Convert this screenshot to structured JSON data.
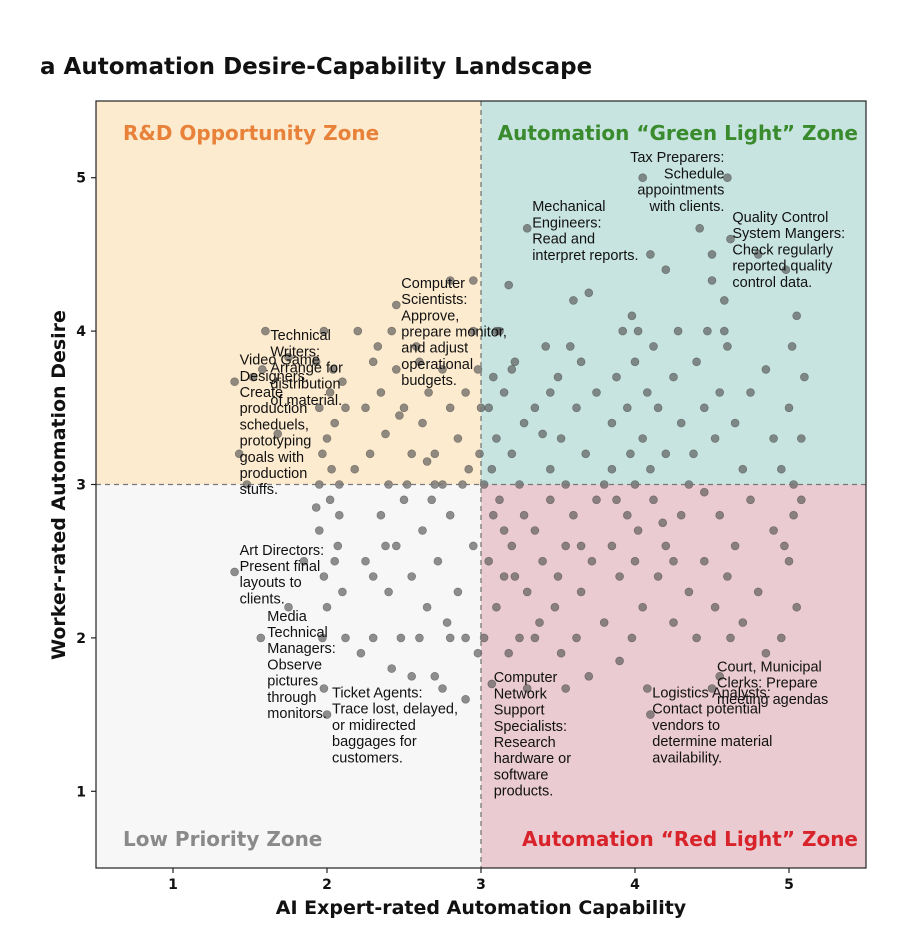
{
  "panel_label": "a",
  "chart_data": {
    "type": "scatter",
    "title": "Automation Desire-Capability Landscape",
    "xlabel": "AI Expert-rated Automation Capability",
    "ylabel": "Worker-rated Automation Desire",
    "xlim": [
      0.5,
      5.5
    ],
    "ylim": [
      0.5,
      5.5
    ],
    "xticks": [
      1,
      2,
      3,
      4,
      5
    ],
    "yticks": [
      1,
      2,
      3,
      4,
      5
    ],
    "threshold_x": 3,
    "threshold_y": 3,
    "grid": false,
    "point_color": "#555555",
    "zones": [
      {
        "name": "R&D Opportunity Zone",
        "fill": "#fdebcf",
        "label_color": "#e8823a",
        "quadrant": "top-left"
      },
      {
        "name": "Automation “Green Light” Zone",
        "fill": "#c8e4e0",
        "label_color": "#3a8a2e",
        "quadrant": "top-right"
      },
      {
        "name": "Low Priority Zone",
        "fill": "#f7f7f7",
        "label_color": "#8a8a8a",
        "quadrant": "bottom-left"
      },
      {
        "name": "Automation “Red Light” Zone",
        "fill": "#eacbd1",
        "label_color": "#d8232a",
        "quadrant": "bottom-right"
      }
    ],
    "annotations": [
      {
        "text": [
          "Video Game",
          "Designers:",
          "Create",
          "production",
          "scheduels,",
          "prototyping",
          "goals with",
          "production",
          "stuffs."
        ],
        "x": 1.4,
        "y": 3.67,
        "align": "left"
      },
      {
        "text": [
          "Technical",
          "Writers:",
          "Arrange for",
          "distribution",
          "of material."
        ],
        "x": 1.6,
        "y": 3.83,
        "align": "left"
      },
      {
        "text": [
          "Computer",
          "Scientists:",
          "Approve,",
          "prepare monitor,",
          "and adjust",
          "operational",
          "budgets."
        ],
        "x": 2.45,
        "y": 4.17,
        "align": "left"
      },
      {
        "text": [
          "Mechanical",
          "Engineers:",
          "Read and",
          "interpret reports."
        ],
        "x": 3.3,
        "y": 4.67,
        "align": "left"
      },
      {
        "text": [
          "Tax Preparers:",
          "Schedule",
          "appointments",
          "with clients."
        ],
        "x": 4.6,
        "y": 5.0,
        "align": "right"
      },
      {
        "text": [
          "Quality Control",
          "System Mangers:",
          "Check regularly",
          "reported quality",
          "control data."
        ],
        "x": 4.6,
        "y": 4.6,
        "align": "left"
      },
      {
        "text": [
          "Art Directors:",
          "Present final",
          "layouts to",
          "clients."
        ],
        "x": 1.4,
        "y": 2.43,
        "align": "left"
      },
      {
        "text": [
          "Media",
          "Technical",
          "Managers:",
          "Observe",
          "pictures",
          "through",
          "monitors."
        ],
        "x": 1.58,
        "y": 2.0,
        "align": "left"
      },
      {
        "text": [
          "Ticket Agents:",
          "Trace lost, delayed,",
          "or midirected",
          "baggages for",
          "customers."
        ],
        "x": 2.0,
        "y": 1.5,
        "align": "left"
      },
      {
        "text": [
          "Computer",
          "Network",
          "Support",
          "Specialists:",
          "Research",
          "hardware or",
          "software",
          "products."
        ],
        "x": 3.05,
        "y": 1.6,
        "align": "left"
      },
      {
        "text": [
          "Logistics Analysts:",
          "Contact potential",
          "vendors to",
          "determine material",
          "availability."
        ],
        "x": 4.08,
        "y": 1.5,
        "align": "left"
      },
      {
        "text": [
          "Court, Municipal",
          "Clerks: Prepare",
          "meeting agendas"
        ],
        "x": 4.5,
        "y": 1.67,
        "align": "left"
      }
    ],
    "points": [
      [
        1.4,
        3.67
      ],
      [
        1.48,
        3.0
      ],
      [
        1.43,
        3.2
      ],
      [
        1.52,
        3.7
      ],
      [
        1.58,
        3.75
      ],
      [
        1.75,
        3.83
      ],
      [
        1.68,
        3.33
      ],
      [
        1.6,
        4.0
      ],
      [
        1.98,
        4.0
      ],
      [
        1.93,
        3.8
      ],
      [
        2.02,
        3.6
      ],
      [
        2.05,
        3.4
      ],
      [
        1.97,
        3.2
      ],
      [
        2.08,
        3.0
      ],
      [
        1.95,
        3.0
      ],
      [
        2.1,
        3.67
      ],
      [
        2.04,
        3.75
      ],
      [
        2.0,
        3.3
      ],
      [
        2.12,
        3.5
      ],
      [
        1.95,
        3.5
      ],
      [
        2.03,
        3.1
      ],
      [
        2.25,
        3.5
      ],
      [
        2.3,
        3.8
      ],
      [
        2.28,
        3.2
      ],
      [
        2.35,
        3.6
      ],
      [
        2.4,
        3.0
      ],
      [
        2.38,
        3.33
      ],
      [
        2.45,
        3.75
      ],
      [
        2.45,
        4.17
      ],
      [
        2.5,
        3.5
      ],
      [
        2.55,
        3.2
      ],
      [
        2.52,
        3.0
      ],
      [
        2.6,
        3.8
      ],
      [
        2.62,
        3.4
      ],
      [
        2.66,
        3.6
      ],
      [
        2.7,
        3.0
      ],
      [
        2.7,
        3.2
      ],
      [
        2.75,
        3.75
      ],
      [
        2.8,
        3.5
      ],
      [
        2.85,
        3.3
      ],
      [
        2.9,
        3.6
      ],
      [
        2.95,
        4.0
      ],
      [
        2.92,
        3.1
      ],
      [
        2.88,
        3.0
      ],
      [
        2.75,
        3.0
      ],
      [
        2.65,
        3.15
      ],
      [
        2.58,
        3.9
      ],
      [
        2.47,
        3.45
      ],
      [
        2.42,
        4.0
      ],
      [
        2.33,
        3.9
      ],
      [
        2.2,
        4.0
      ],
      [
        2.18,
        3.1
      ],
      [
        2.8,
        4.33
      ],
      [
        2.95,
        4.33
      ],
      [
        2.98,
        3.75
      ],
      [
        3.0,
        3.5
      ],
      [
        2.99,
        3.2
      ],
      [
        3.02,
        3.0
      ],
      [
        3.05,
        3.5
      ],
      [
        3.08,
        3.7
      ],
      [
        3.1,
        3.3
      ],
      [
        3.12,
        4.0
      ],
      [
        3.07,
        3.1
      ],
      [
        3.15,
        3.6
      ],
      [
        3.18,
        4.3
      ],
      [
        3.2,
        3.2
      ],
      [
        3.22,
        3.8
      ],
      [
        3.25,
        3.0
      ],
      [
        3.3,
        4.67
      ],
      [
        3.35,
        3.5
      ],
      [
        3.4,
        3.33
      ],
      [
        3.42,
        3.9
      ],
      [
        3.45,
        3.1
      ],
      [
        3.5,
        3.7
      ],
      [
        3.52,
        3.3
      ],
      [
        3.55,
        3.0
      ],
      [
        3.6,
        4.2
      ],
      [
        3.62,
        3.5
      ],
      [
        3.65,
        3.8
      ],
      [
        3.68,
        3.2
      ],
      [
        3.7,
        4.25
      ],
      [
        3.75,
        3.6
      ],
      [
        3.8,
        3.0
      ],
      [
        3.85,
        3.4
      ],
      [
        3.88,
        3.7
      ],
      [
        3.92,
        4.0
      ],
      [
        3.95,
        3.5
      ],
      [
        3.97,
        3.2
      ],
      [
        4.0,
        3.0
      ],
      [
        4.0,
        3.8
      ],
      [
        4.02,
        4.0
      ],
      [
        4.05,
        3.3
      ],
      [
        4.08,
        3.6
      ],
      [
        4.1,
        3.1
      ],
      [
        4.12,
        3.9
      ],
      [
        4.15,
        3.5
      ],
      [
        4.2,
        3.2
      ],
      [
        4.25,
        3.7
      ],
      [
        4.3,
        3.4
      ],
      [
        4.35,
        3.0
      ],
      [
        4.4,
        3.8
      ],
      [
        4.45,
        3.5
      ],
      [
        4.47,
        4.0
      ],
      [
        4.5,
        4.33
      ],
      [
        4.52,
        3.3
      ],
      [
        4.55,
        3.6
      ],
      [
        4.58,
        4.2
      ],
      [
        4.6,
        3.9
      ],
      [
        4.62,
        4.6
      ],
      [
        4.65,
        3.4
      ],
      [
        4.7,
        3.1
      ],
      [
        4.75,
        3.6
      ],
      [
        4.8,
        4.5
      ],
      [
        4.85,
        3.75
      ],
      [
        4.9,
        3.3
      ],
      [
        4.95,
        3.1
      ],
      [
        5.0,
        3.5
      ],
      [
        5.02,
        3.9
      ],
      [
        5.05,
        4.1
      ],
      [
        5.08,
        3.3
      ],
      [
        5.1,
        3.7
      ],
      [
        5.03,
        3.0
      ],
      [
        4.98,
        4.4
      ],
      [
        4.5,
        4.5
      ],
      [
        4.42,
        4.67
      ],
      [
        4.38,
        3.2
      ],
      [
        4.28,
        4.0
      ],
      [
        4.2,
        4.4
      ],
      [
        4.05,
        5.0
      ],
      [
        4.6,
        5.0
      ],
      [
        4.58,
        4.0
      ],
      [
        4.1,
        4.5
      ],
      [
        3.98,
        4.1
      ],
      [
        3.85,
        3.1
      ],
      [
        3.58,
        3.9
      ],
      [
        3.45,
        3.6
      ],
      [
        3.28,
        3.4
      ],
      [
        3.2,
        3.75
      ],
      [
        3.1,
        4.0
      ],
      [
        1.4,
        2.43
      ],
      [
        1.57,
        2.0
      ],
      [
        1.75,
        2.2
      ],
      [
        1.85,
        2.5
      ],
      [
        1.97,
        2.0
      ],
      [
        2.0,
        2.2
      ],
      [
        2.05,
        2.5
      ],
      [
        1.95,
        2.7
      ],
      [
        2.08,
        2.8
      ],
      [
        2.1,
        2.3
      ],
      [
        1.98,
        2.4
      ],
      [
        2.02,
        2.9
      ],
      [
        2.12,
        2.0
      ],
      [
        2.0,
        1.5
      ],
      [
        1.98,
        1.67
      ],
      [
        2.07,
        2.6
      ],
      [
        1.93,
        2.85
      ],
      [
        2.3,
        2.0
      ],
      [
        2.25,
        2.5
      ],
      [
        2.35,
        2.8
      ],
      [
        2.4,
        2.3
      ],
      [
        2.42,
        1.8
      ],
      [
        2.45,
        2.6
      ],
      [
        2.5,
        2.9
      ],
      [
        2.55,
        2.4
      ],
      [
        2.6,
        2.0
      ],
      [
        2.62,
        2.7
      ],
      [
        2.65,
        2.2
      ],
      [
        2.7,
        1.75
      ],
      [
        2.72,
        2.5
      ],
      [
        2.75,
        1.67
      ],
      [
        2.8,
        2.8
      ],
      [
        2.85,
        2.3
      ],
      [
        2.9,
        2.0
      ],
      [
        2.95,
        2.6
      ],
      [
        2.98,
        1.9
      ],
      [
        2.9,
        1.6
      ],
      [
        2.8,
        2.0
      ],
      [
        2.55,
        1.75
      ],
      [
        2.48,
        2.0
      ],
      [
        2.38,
        2.6
      ],
      [
        2.3,
        2.4
      ],
      [
        2.22,
        1.9
      ],
      [
        2.68,
        2.9
      ],
      [
        2.78,
        2.1
      ],
      [
        3.02,
        2.0
      ],
      [
        3.05,
        2.5
      ],
      [
        3.08,
        2.8
      ],
      [
        3.1,
        2.2
      ],
      [
        3.12,
        2.9
      ],
      [
        3.15,
        2.4
      ],
      [
        3.18,
        1.9
      ],
      [
        3.2,
        2.6
      ],
      [
        3.25,
        2.0
      ],
      [
        3.28,
        2.8
      ],
      [
        3.3,
        2.3
      ],
      [
        3.35,
        2.7
      ],
      [
        3.38,
        2.1
      ],
      [
        3.4,
        2.5
      ],
      [
        3.45,
        2.9
      ],
      [
        3.48,
        2.2
      ],
      [
        3.5,
        2.4
      ],
      [
        3.52,
        1.9
      ],
      [
        3.55,
        2.6
      ],
      [
        3.6,
        2.8
      ],
      [
        3.62,
        2.0
      ],
      [
        3.65,
        2.3
      ],
      [
        3.7,
        1.75
      ],
      [
        3.72,
        2.5
      ],
      [
        3.75,
        2.9
      ],
      [
        3.8,
        2.1
      ],
      [
        3.85,
        2.6
      ],
      [
        3.9,
        2.4
      ],
      [
        3.95,
        2.8
      ],
      [
        3.98,
        2.0
      ],
      [
        4.0,
        2.5
      ],
      [
        4.02,
        2.7
      ],
      [
        4.05,
        2.2
      ],
      [
        4.08,
        1.67
      ],
      [
        4.1,
        1.5
      ],
      [
        4.12,
        2.9
      ],
      [
        4.15,
        2.4
      ],
      [
        4.2,
        2.6
      ],
      [
        4.25,
        2.1
      ],
      [
        4.3,
        2.8
      ],
      [
        4.35,
        2.3
      ],
      [
        4.4,
        2.0
      ],
      [
        4.45,
        2.5
      ],
      [
        4.5,
        1.67
      ],
      [
        4.52,
        2.2
      ],
      [
        4.55,
        2.8
      ],
      [
        4.6,
        2.4
      ],
      [
        4.62,
        2.0
      ],
      [
        4.65,
        2.6
      ],
      [
        4.7,
        2.1
      ],
      [
        4.75,
        2.9
      ],
      [
        4.8,
        2.3
      ],
      [
        4.85,
        1.9
      ],
      [
        4.9,
        2.7
      ],
      [
        4.95,
        2.0
      ],
      [
        5.0,
        2.5
      ],
      [
        5.03,
        2.8
      ],
      [
        5.05,
        2.2
      ],
      [
        5.08,
        2.9
      ],
      [
        4.97,
        2.6
      ],
      [
        4.55,
        1.75
      ],
      [
        4.45,
        2.95
      ],
      [
        4.25,
        2.5
      ],
      [
        3.9,
        1.85
      ],
      [
        3.55,
        1.67
      ],
      [
        3.3,
        1.67
      ],
      [
        3.22,
        2.4
      ],
      [
        3.15,
        2.7
      ],
      [
        3.07,
        1.7
      ],
      [
        3.35,
        2.0
      ],
      [
        3.65,
        2.6
      ],
      [
        3.88,
        2.9
      ],
      [
        4.18,
        2.75
      ]
    ]
  }
}
